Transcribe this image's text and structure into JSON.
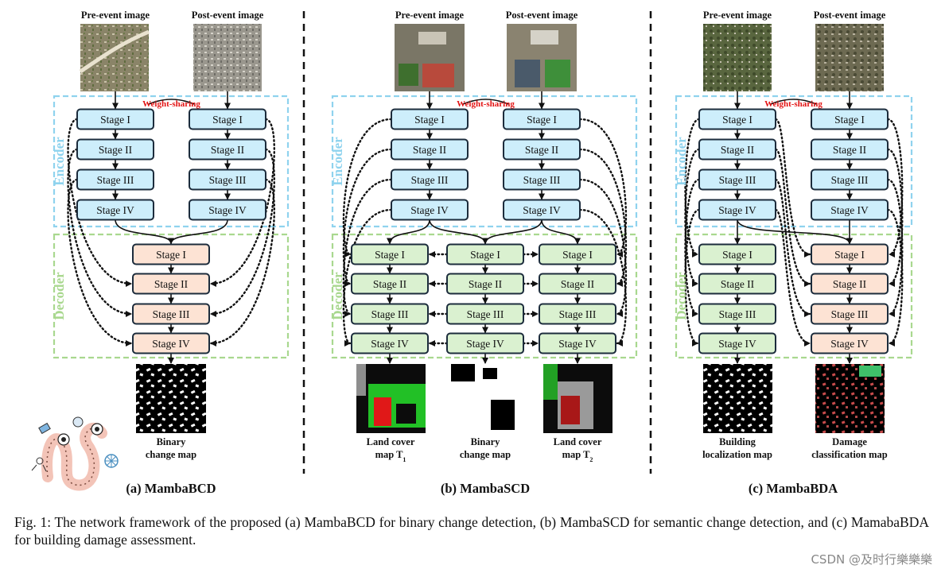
{
  "header_labels": {
    "pre": "Pre-event image",
    "post": "Post-event image"
  },
  "weight_sharing": "Weight-sharing",
  "region_labels": {
    "encoder": "Encoder",
    "decoder": "Decoder"
  },
  "stages": [
    "Stage I",
    "Stage II",
    "Stage III",
    "Stage IV"
  ],
  "panels": [
    {
      "title": "(a) MambaBCD",
      "outputs": [
        {
          "line1": "Binary",
          "line2": "change map"
        }
      ]
    },
    {
      "title": "(b) MambaSCD",
      "outputs": [
        {
          "line1": "Land cover",
          "line2": "map T",
          "sub": "1"
        },
        {
          "line1": "Binary",
          "line2": "change map"
        },
        {
          "line1": "Land cover",
          "line2": "map T",
          "sub": "2"
        }
      ]
    },
    {
      "title": "(c) MambaBDA",
      "outputs": [
        {
          "line1": "Building",
          "line2": "localization map"
        },
        {
          "line1": "Damage",
          "line2": "classification map"
        }
      ]
    }
  ],
  "caption": "Fig. 1: The network framework of the proposed (a) MambaBCD for binary change detection, (b) MambaSCD for semantic change detection, and (c) MamabaBDA for building damage assessment.",
  "watermark": "CSDN @及时行樂樂樂",
  "colors": {
    "encoder_fill": "#cdeefb",
    "encoder_region": "#8fd3ee",
    "decoder_orange": "#fde3d4",
    "decoder_green": "#daf1d0",
    "decoder_region": "#a9d88f",
    "weight_sharing": "#e31414",
    "box_stroke": "#1c2c3c"
  }
}
